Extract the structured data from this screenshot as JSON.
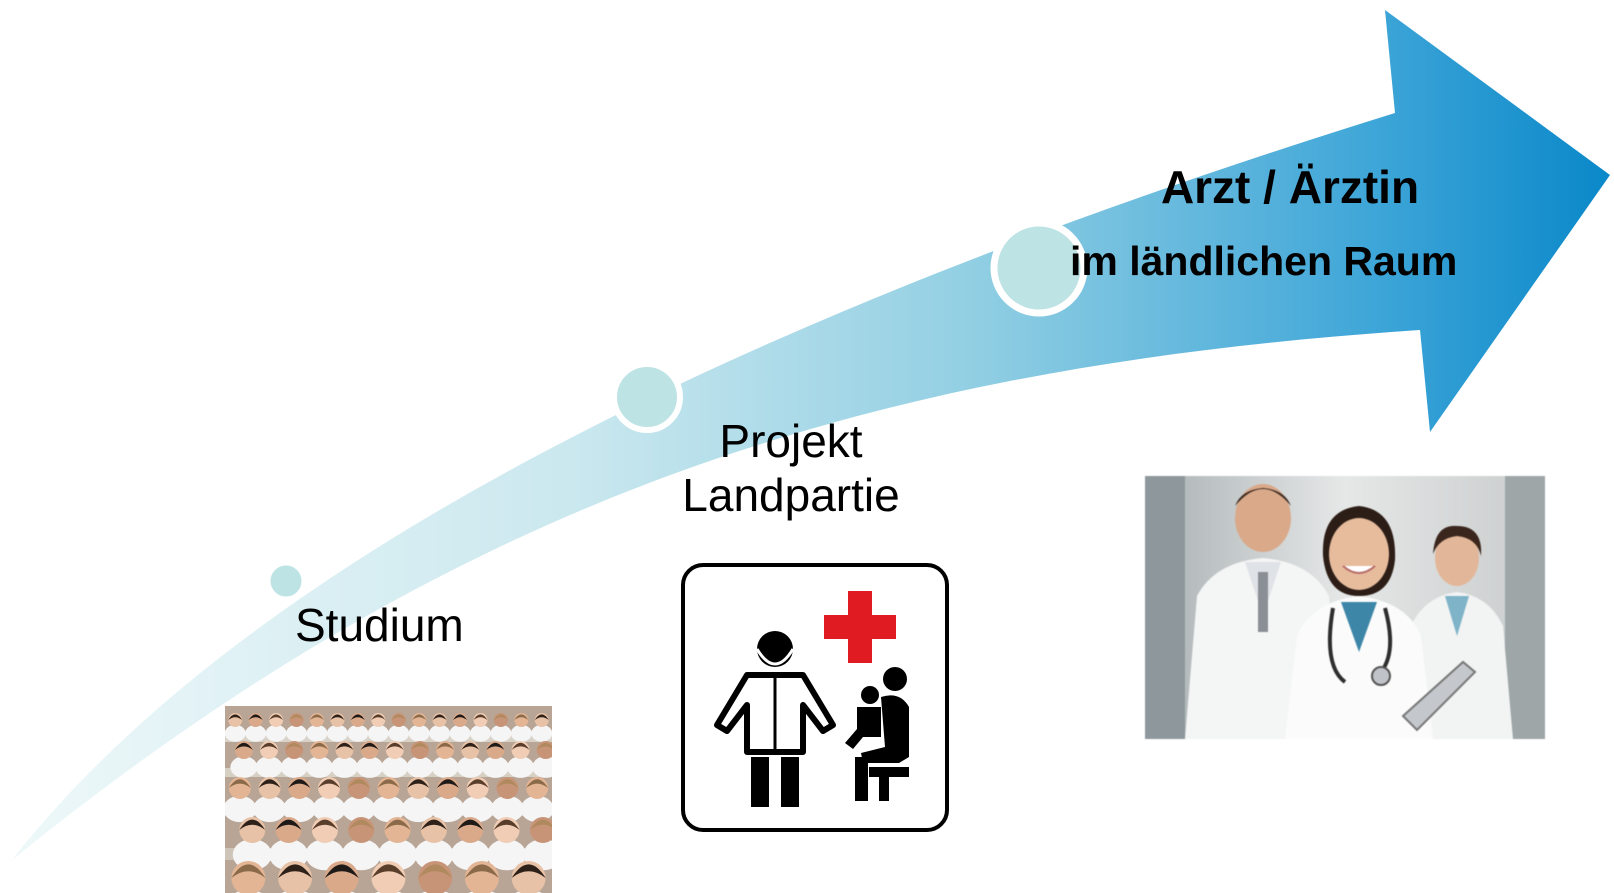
{
  "steps": [
    {
      "id": "studium",
      "label": "Studium"
    },
    {
      "id": "projekt",
      "label_line1": "Projekt",
      "label_line2": "Landpartie"
    },
    {
      "id": "arzt",
      "label_line1": "Arzt / Ärztin",
      "label_line2": "im ländlichen Raum"
    }
  ],
  "images": {
    "students": "lecture-hall-students-photo",
    "pictogram": "doctor-with-patient-pictogram",
    "doctors": "doctors-group-photo"
  },
  "colors": {
    "arrow_start": "#e8f4f6",
    "arrow_mid": "#8fcde2",
    "arrow_end": "#0a8ccc",
    "milestone_fill": "#bde3e4",
    "red_cross": "#e11b22"
  }
}
